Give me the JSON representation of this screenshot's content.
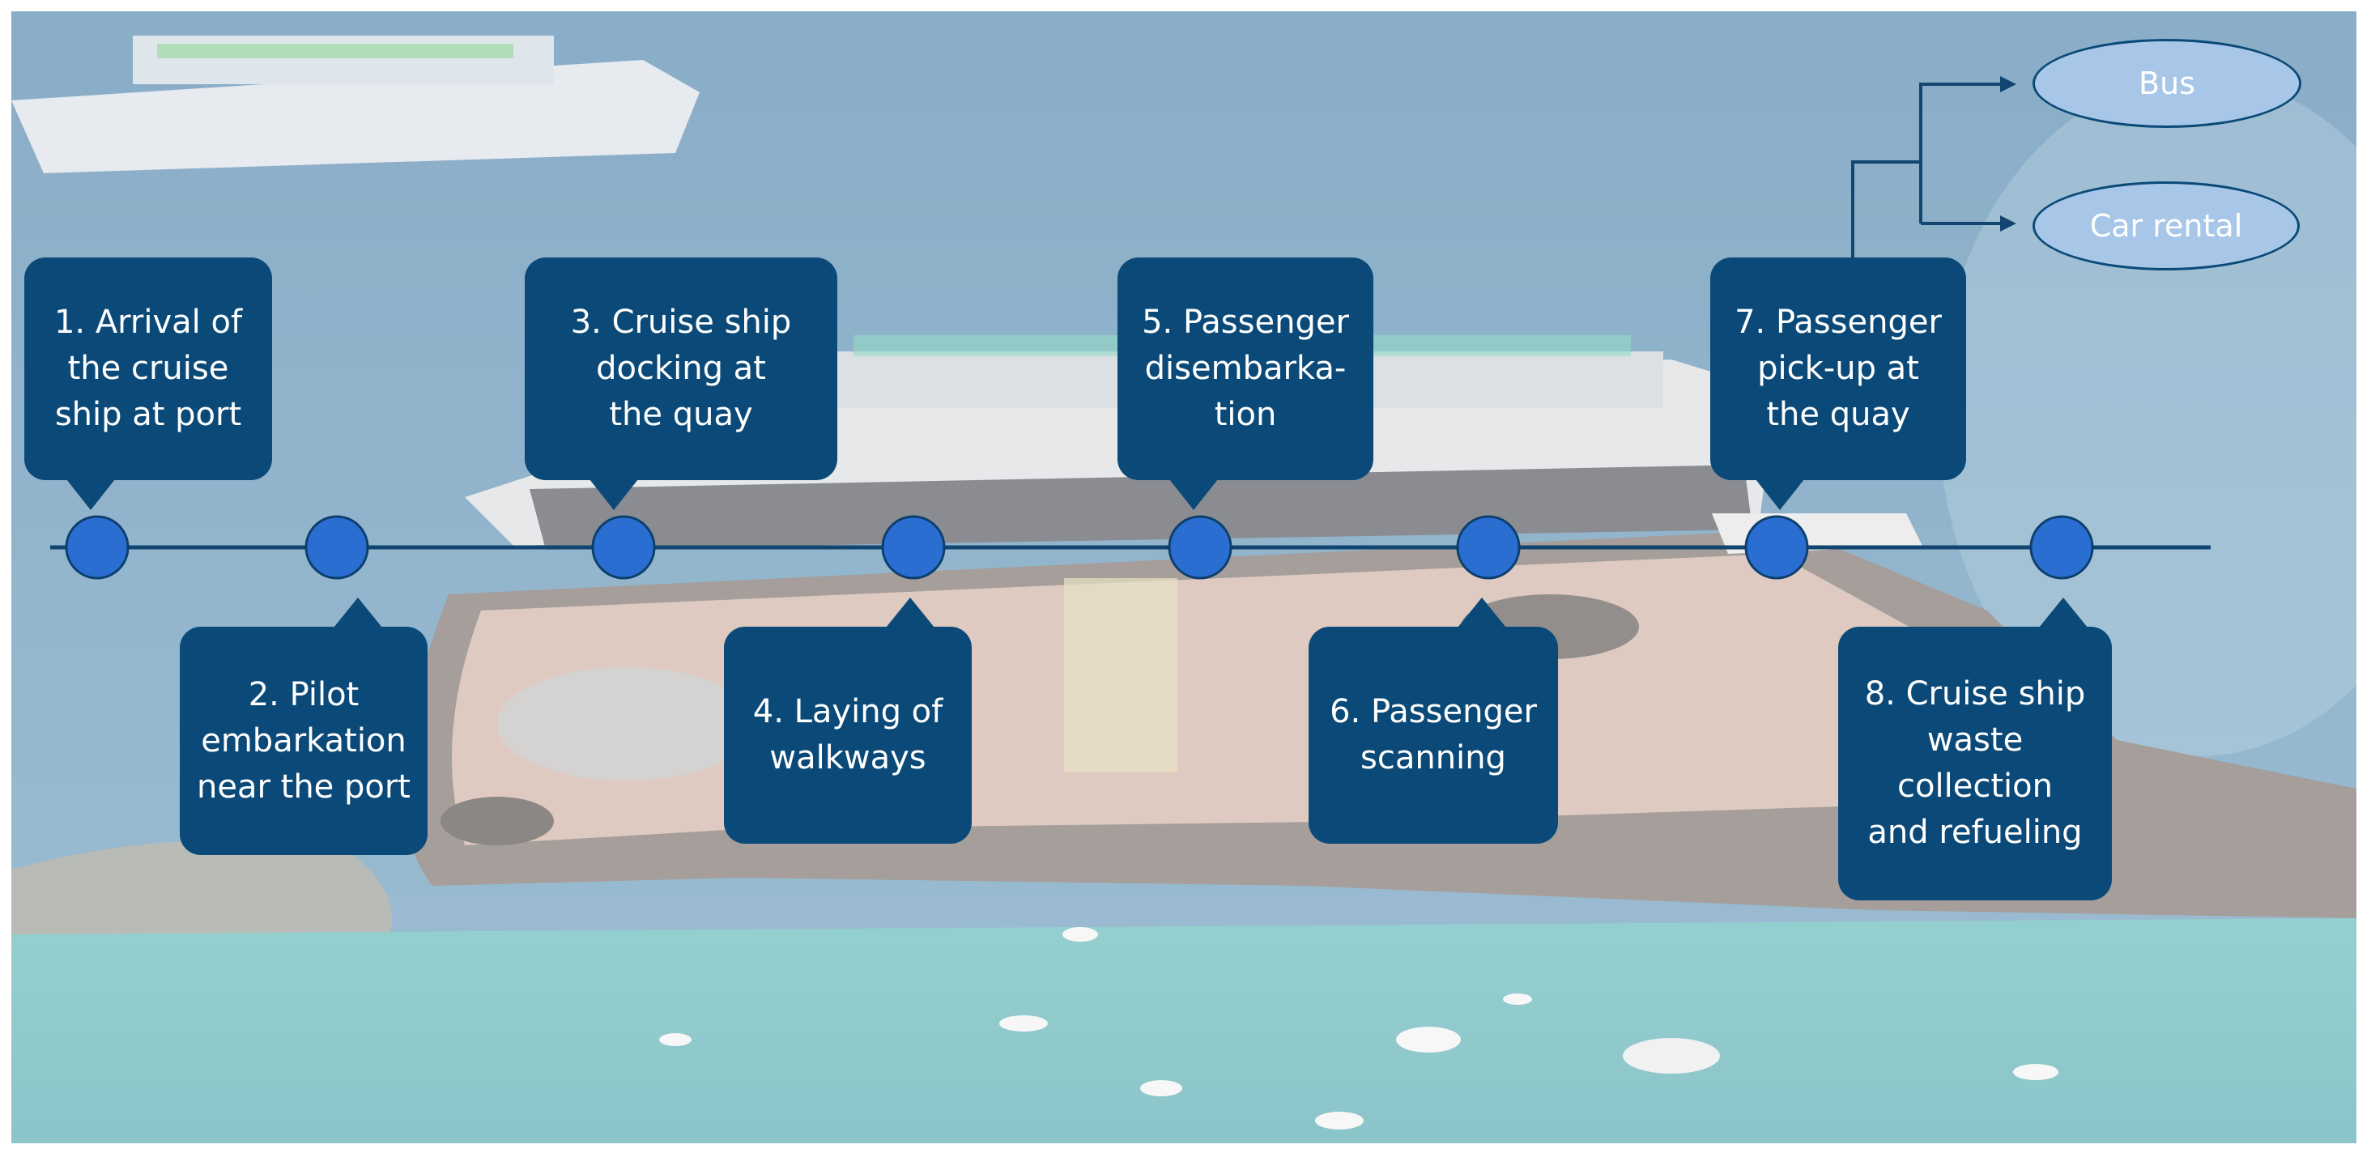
{
  "colors": {
    "box_fill": "#0b4a78",
    "node_fill": "#2a6ed1",
    "line": "#12456f",
    "oval_fill": "#a8c6e8",
    "sea_open": "#4a82a8",
    "sea_lagoon": "#58b8b4",
    "quay": "#c8a898"
  },
  "steps": [
    {
      "label": "1. Arrival of\nthe cruise\nship at port"
    },
    {
      "label": "2. Pilot\nembarkation\nnear the port"
    },
    {
      "label": "3. Cruise ship\ndocking at\nthe quay"
    },
    {
      "label": "4. Laying of\nwalkways"
    },
    {
      "label": "5. Passenger\ndisembarka-\ntion"
    },
    {
      "label": "6. Passenger\nscanning"
    },
    {
      "label": "7. Passenger\npick-up at\nthe quay"
    },
    {
      "label": "8. Cruise ship\nwaste\ncollection\nand refueling"
    }
  ],
  "transport": [
    {
      "label": "Bus"
    },
    {
      "label": "Car rental"
    }
  ]
}
